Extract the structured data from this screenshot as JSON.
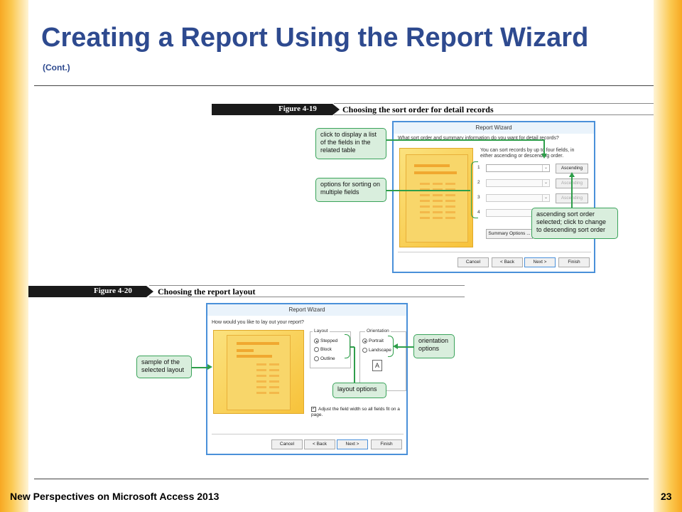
{
  "slide": {
    "title": "Creating a Report Using the Report Wizard",
    "subtitle": "(Cont.)",
    "footer": "New Perspectives on Microsoft Access 2013",
    "page_number": "23"
  },
  "figure19": {
    "label": "Figure 4-19",
    "caption": "Choosing the sort order for detail records",
    "dialog": {
      "title": "Report Wizard",
      "prompt": "What sort order and summary information do you want for detail records?",
      "instructions": "You can sort records by up to four fields, in either ascending or descending order.",
      "rows": [
        "1",
        "2",
        "3",
        "4"
      ],
      "sort_buttons": [
        "Ascending",
        "Ascending",
        "Ascending"
      ],
      "summary_button": "Summary Options ...",
      "buttons": {
        "cancel": "Cancel",
        "back": "< Back",
        "next": "Next >",
        "finish": "Finish"
      }
    },
    "callouts": {
      "field_list": "click to display a list of the fields in the related table",
      "multi_sort": "options for sorting on multiple fields",
      "ascending": "ascending sort order selected; click to change to descending sort order"
    }
  },
  "figure20": {
    "label": "Figure 4-20",
    "caption": "Choosing the report layout",
    "dialog": {
      "title": "Report Wizard",
      "prompt": "How would you like to lay out your report?",
      "layout_group": "Layout",
      "layout_options": [
        "Stepped",
        "Block",
        "Outline"
      ],
      "orientation_group": "Orientation",
      "orientation_options": [
        "Portrait",
        "Landscape"
      ],
      "orientation_icon": "A",
      "checkbox": "Adjust the field width so all fields fit on a page.",
      "buttons": {
        "cancel": "Cancel",
        "back": "< Back",
        "next": "Next >",
        "finish": "Finish"
      }
    },
    "callouts": {
      "sample": "sample of the selected layout",
      "layout": "layout options",
      "orientation": "orientation options"
    }
  }
}
